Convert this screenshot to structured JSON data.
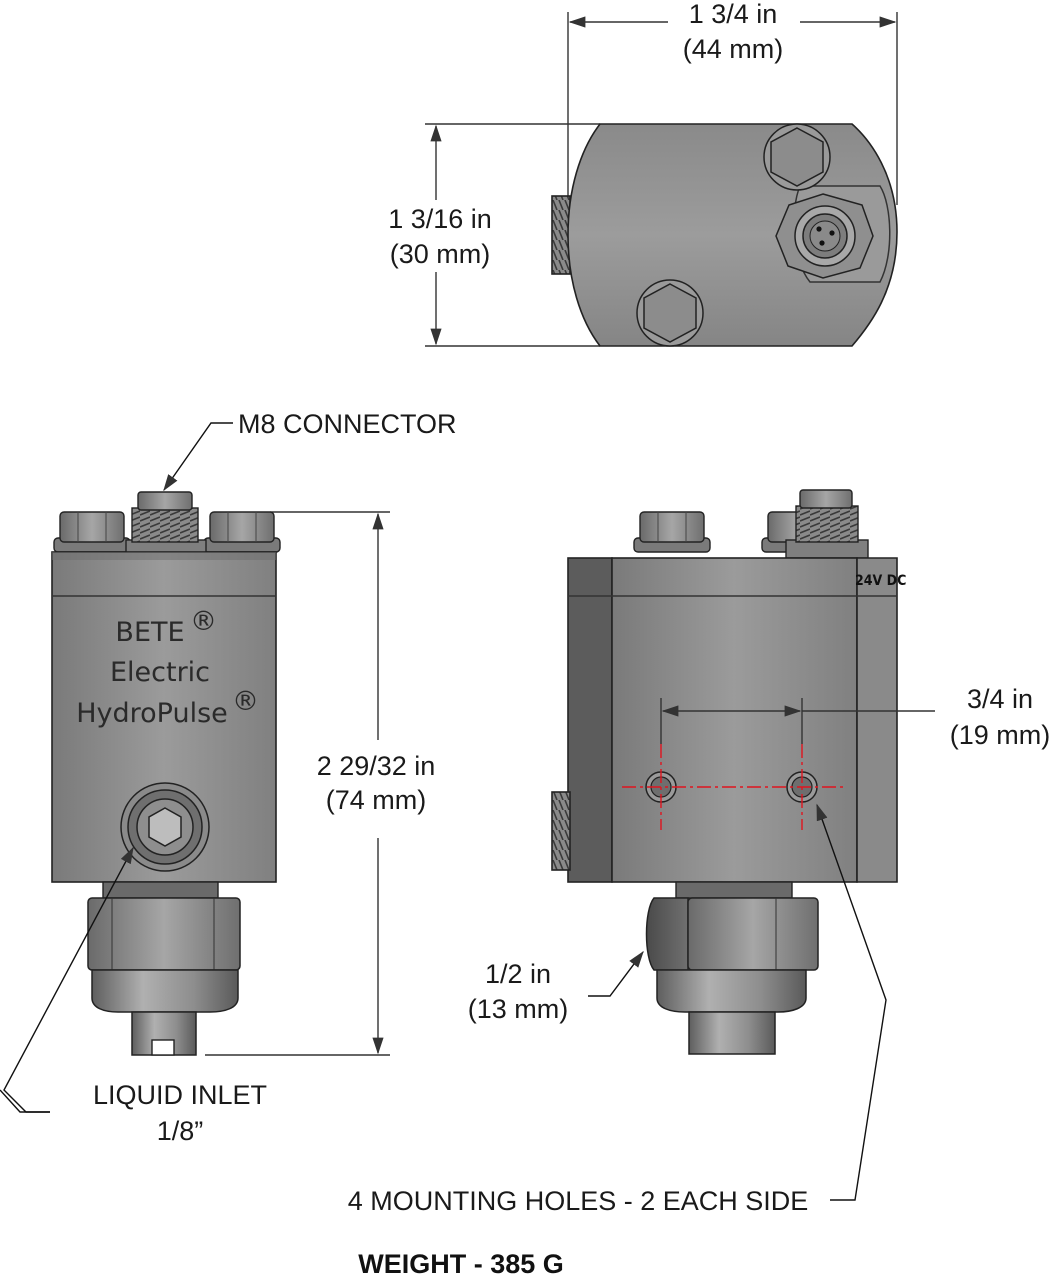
{
  "dimensions": {
    "width": {
      "imperial": "1 3/4 in",
      "metric": "(44 mm)"
    },
    "height_top": {
      "imperial": "1 3/16 in",
      "metric": "(30 mm)"
    },
    "overall_length": {
      "imperial": "2 29/32 in",
      "metric": "(74 mm)"
    },
    "hole_spacing": {
      "imperial": "3/4 in",
      "metric": "(19 mm)"
    },
    "hex": {
      "imperial": "1/2 in",
      "metric": "(13 mm)"
    }
  },
  "callouts": {
    "connector": "M8 CONNECTOR",
    "inlet_line1": "LIQUID INLET",
    "inlet_line2": "1/8”",
    "mounting": "4 MOUNTING HOLES - 2 EACH SIDE"
  },
  "body_marking": {
    "line1": "BETE",
    "line2": "Electric",
    "line3": "HydroPulse",
    "registered": "®",
    "side_label": "24V DC"
  },
  "footer": {
    "weight": "WEIGHT - 385 G"
  },
  "colors": {
    "metal": "#8e8e8e",
    "centerline": "#e0141e",
    "ink": "#1a1a1a"
  }
}
